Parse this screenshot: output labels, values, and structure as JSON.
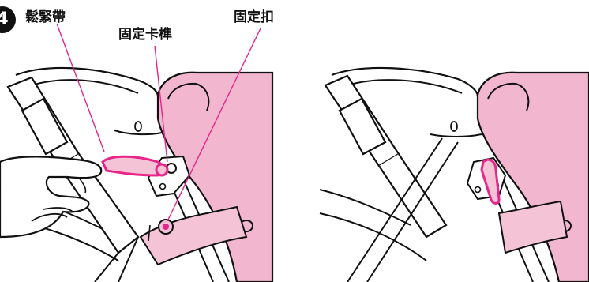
{
  "step": {
    "number": "4"
  },
  "labels": {
    "loosen_strap": "鬆緊帶",
    "fixing_bar": "固定卡榫",
    "fixing_buckle": "固定扣"
  },
  "colors": {
    "pink_fill": "#f2b7cf",
    "pink_strap": "#f5c3d6",
    "pink_line": "#e8258a",
    "ink": "#111111"
  }
}
